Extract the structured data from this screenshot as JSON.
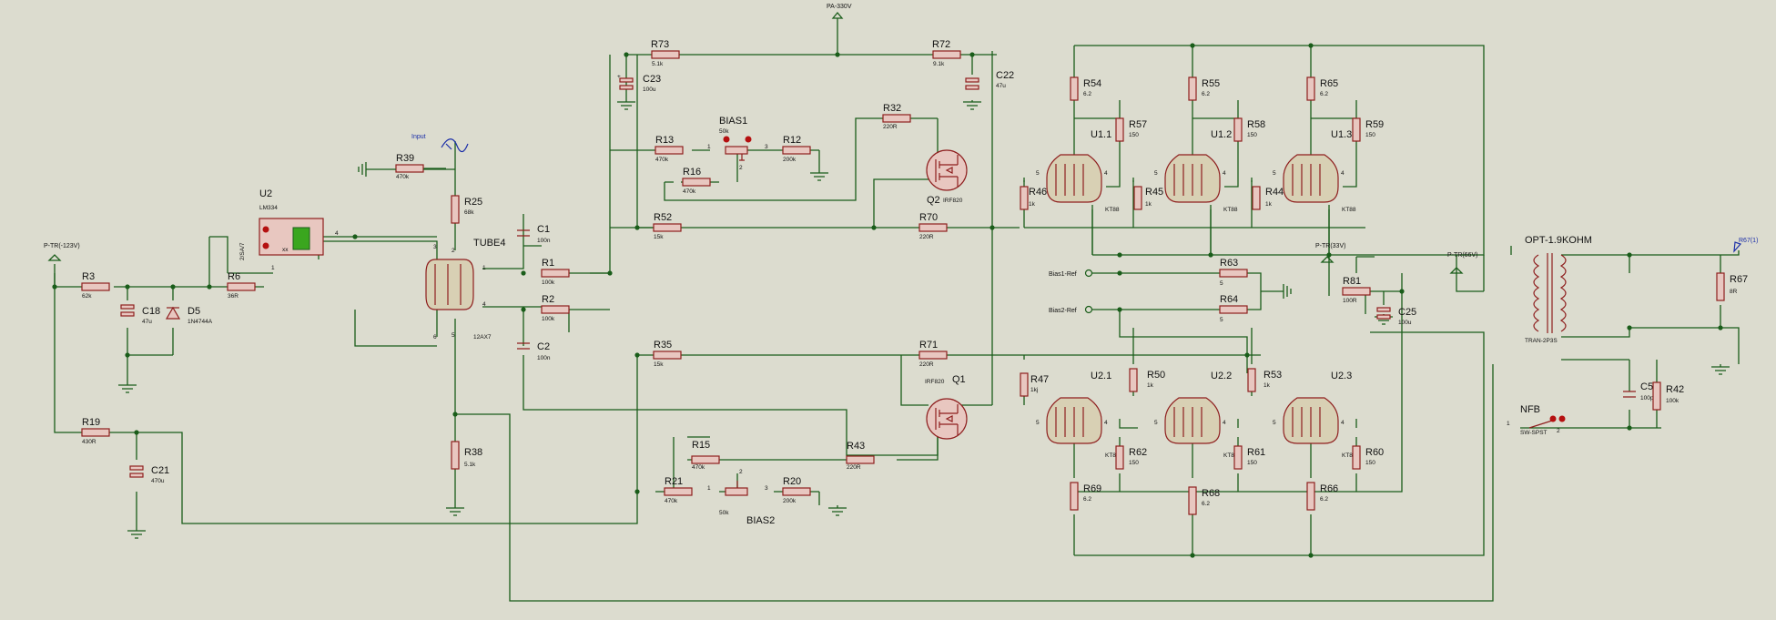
{
  "power_labels": {
    "pa_top": "PA-330V",
    "ptr_neg": "P-TR(-123V)",
    "ptr_33": "P-TR(33V)",
    "ptr_66": "P-TR(66V)",
    "r67_net": "R67(1)",
    "input": "Input"
  },
  "components": {
    "R73": {
      "ref": "R73",
      "val": "5.1k"
    },
    "R72": {
      "ref": "R72",
      "val": "9.1k"
    },
    "C23": {
      "ref": "C23",
      "val": "100u"
    },
    "C22": {
      "ref": "C22",
      "val": "47u"
    },
    "R32": {
      "ref": "R32",
      "val": "220R"
    },
    "R13": {
      "ref": "R13",
      "val": "470k"
    },
    "BIAS1": {
      "ref": "BIAS1",
      "val": "50k"
    },
    "R12": {
      "ref": "R12",
      "val": "200k"
    },
    "R16": {
      "ref": "R16",
      "val": "470k"
    },
    "R39": {
      "ref": "R39",
      "val": "470k"
    },
    "R25": {
      "ref": "R25",
      "val": "68k"
    },
    "U2": {
      "ref": "U2",
      "val": "LM334"
    },
    "C1": {
      "ref": "C1",
      "val": "100n"
    },
    "R1": {
      "ref": "R1",
      "val": "100k"
    },
    "R2": {
      "ref": "R2",
      "val": "100k"
    },
    "C2": {
      "ref": "C2",
      "val": "100n"
    },
    "R52": {
      "ref": "R52",
      "val": "15k"
    },
    "R70": {
      "ref": "R70",
      "val": "220R"
    },
    "Q2": {
      "ref": "Q2",
      "val": "IRF820"
    },
    "Q1": {
      "ref": "Q1",
      "val": "IRF820"
    },
    "TUBE4": {
      "ref": "TUBE4",
      "val": "12AX7"
    },
    "R3": {
      "ref": "R3",
      "val": "62k"
    },
    "C18": {
      "ref": "C18",
      "val": "47u"
    },
    "D5": {
      "ref": "D5",
      "val": "1N4744A"
    },
    "R6": {
      "ref": "R6",
      "val": "36R"
    },
    "R35": {
      "ref": "R35",
      "val": "15k"
    },
    "R71": {
      "ref": "R71",
      "val": "220R"
    },
    "R15": {
      "ref": "R15",
      "val": "470k"
    },
    "R43": {
      "ref": "R43",
      "val": "220R"
    },
    "R21": {
      "ref": "R21",
      "val": "470k"
    },
    "BIAS2": {
      "ref": "BIAS2",
      "val": "50k"
    },
    "R20": {
      "ref": "R20",
      "val": "200k"
    },
    "R19": {
      "ref": "R19",
      "val": "430R"
    },
    "C21": {
      "ref": "C21",
      "val": "470u"
    },
    "R38": {
      "ref": "R38",
      "val": "5.1k"
    },
    "R54": {
      "ref": "R54",
      "val": "6.2"
    },
    "R55": {
      "ref": "R55",
      "val": "6.2"
    },
    "R65": {
      "ref": "R65",
      "val": "6.2"
    },
    "R57": {
      "ref": "R57",
      "val": "150"
    },
    "R58": {
      "ref": "R58",
      "val": "150"
    },
    "R59": {
      "ref": "R59",
      "val": "150"
    },
    "U1.1": {
      "ref": "U1.1",
      "val": "KT88"
    },
    "U1.2": {
      "ref": "U1.2",
      "val": "KT88"
    },
    "U1.3": {
      "ref": "U1.3",
      "val": "KT88"
    },
    "R46": {
      "ref": "R46",
      "val": "1k"
    },
    "R45": {
      "ref": "R45",
      "val": "1k"
    },
    "R44": {
      "ref": "R44",
      "val": "1k"
    },
    "R63": {
      "ref": "R63",
      "val": "5"
    },
    "R64": {
      "ref": "R64",
      "val": "5"
    },
    "R81": {
      "ref": "R81",
      "val": "100R"
    },
    "C25": {
      "ref": "C25",
      "val": "100u"
    },
    "R47": {
      "ref": "R47",
      "val": "1kj"
    },
    "R50": {
      "ref": "R50",
      "val": "1k"
    },
    "R53": {
      "ref": "R53",
      "val": "1k"
    },
    "U2.1": {
      "ref": "U2.1",
      "val": "KT88"
    },
    "U2.2": {
      "ref": "U2.2",
      "val": "KT88"
    },
    "U2.3": {
      "ref": "U2.3",
      "val": "KT88"
    },
    "R62": {
      "ref": "R62",
      "val": "150"
    },
    "R61": {
      "ref": "R61",
      "val": "150"
    },
    "R60": {
      "ref": "R60",
      "val": "150"
    },
    "R69": {
      "ref": "R69",
      "val": "6.2"
    },
    "R68": {
      "ref": "R68",
      "val": "6.2"
    },
    "R66": {
      "ref": "R66",
      "val": "6.2"
    },
    "OPT": {
      "ref": "OPT-1.9KOHM",
      "val": "TRAN-2P3S"
    },
    "R67": {
      "ref": "R67",
      "val": "8R"
    },
    "C5": {
      "ref": "C5",
      "val": "100p"
    },
    "R42": {
      "ref": "R42",
      "val": "100k"
    },
    "NFB": {
      "ref": "NFB",
      "val": "SW-SPST"
    }
  },
  "ports": {
    "bias1_ref": "Bias1-Ref",
    "bias2_ref": "Bias2-Ref"
  },
  "pin_labels": {
    "u2_left": "2/SA/7"
  }
}
